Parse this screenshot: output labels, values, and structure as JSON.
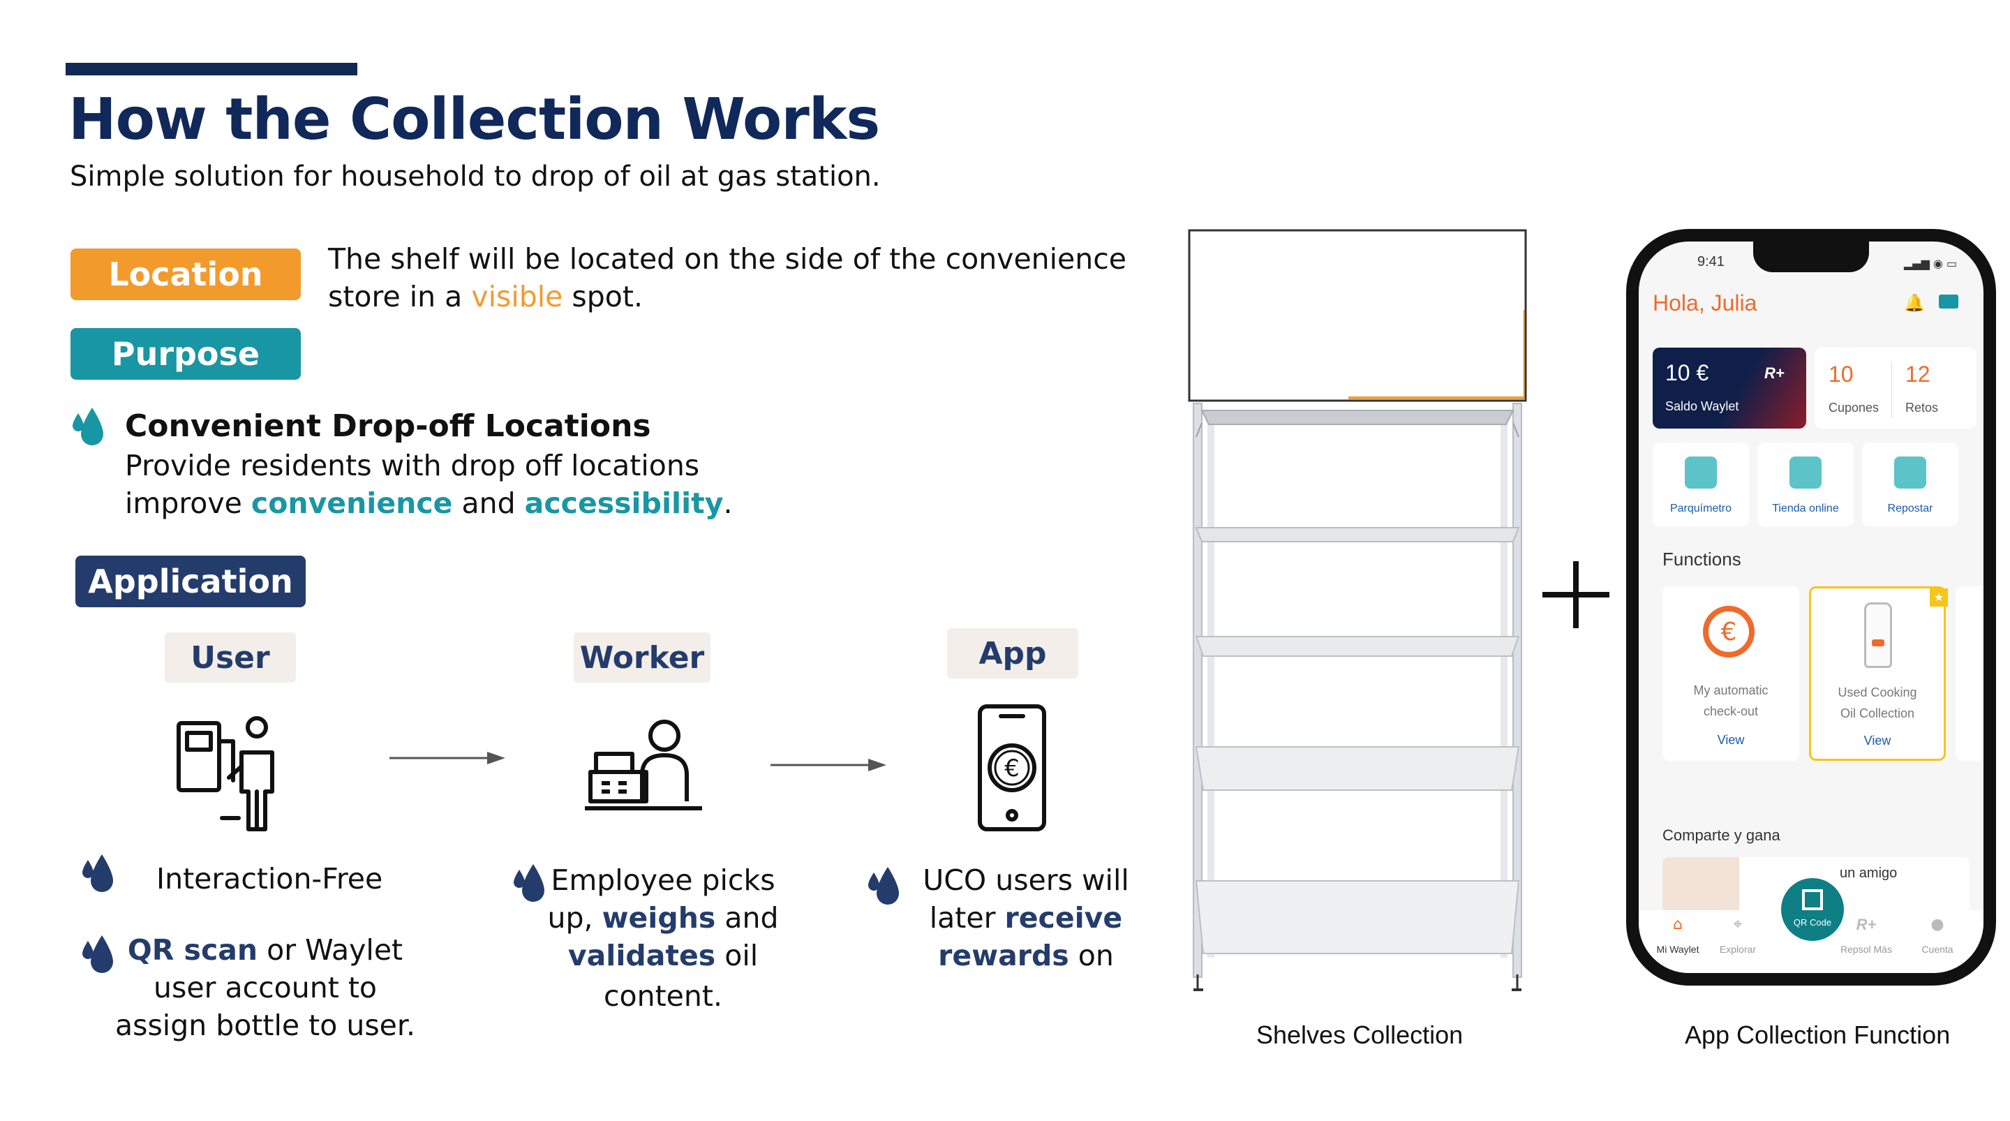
{
  "header": {
    "title": "How the Collection Works",
    "subtitle": "Simple solution for household to drop of oil at gas station."
  },
  "location": {
    "label": "Location",
    "text_line1": "The shelf will be located on the side of the convenience",
    "text_line2_pre": "store in a ",
    "text_highlight": "visible",
    "text_line2_post": " spot."
  },
  "purpose": {
    "label": "Purpose",
    "heading": "Convenient Drop-off Locations",
    "line1": "Provide residents with drop off locations",
    "line2_pre": "improve ",
    "hl1": "convenience",
    "mid": " and ",
    "hl2": "accessibility",
    "end": "."
  },
  "application": {
    "label": "Application",
    "user": {
      "label": "User",
      "point1": "Interaction-Free",
      "point2_hl": "QR scan",
      "point2_rest": " or Waylet",
      "point2_line2": "user account to",
      "point2_line3": "assign bottle to user."
    },
    "worker": {
      "label": "Worker",
      "line1": "Employee picks",
      "line2_pre": "up, ",
      "line2_hl": "weighs",
      "line2_post": " and",
      "line3_hl": "validates",
      "line3_post": " oil",
      "line4": "content."
    },
    "app": {
      "label": "App",
      "line1": "UCO users will",
      "line2_pre": "later ",
      "line2_hl": "receive",
      "line3_hl": "rewards",
      "line3_post": " on"
    }
  },
  "captions": {
    "shelves": "Shelves Collection",
    "app": "App Collection Function"
  },
  "phone": {
    "time": "9:41",
    "greeting": "Hola, Julia",
    "card_amount": "10 €",
    "card_brand": "R+",
    "card_label": "Saldo Waylet",
    "cupones_value": "10",
    "cupones_label": "Cupones",
    "retos_value": "12",
    "retos_label": "Retos",
    "shortcuts": [
      "Parquímetro",
      "Tienda online",
      "Repostar"
    ],
    "functions_title": "Functions",
    "func1_line1": "My automatic",
    "func1_line2": "check-out",
    "func1_link": "View",
    "func2_line1": "Used Cooking",
    "func2_line2": "Oil Collection",
    "func2_link": "View",
    "share_title": "Comparte y gana",
    "share_text": "un amigo",
    "qr_label": "QR Code",
    "nav": [
      "Mi Waylet",
      "Explorar",
      "Repsol Más",
      "Cuenta"
    ],
    "nav_brand": "R+"
  },
  "colors": {
    "navy": "#10285a",
    "orange": "#f39a2c",
    "teal": "#1896a4",
    "app_navy": "#243c6c",
    "phone_orange": "#ef6a2b"
  }
}
